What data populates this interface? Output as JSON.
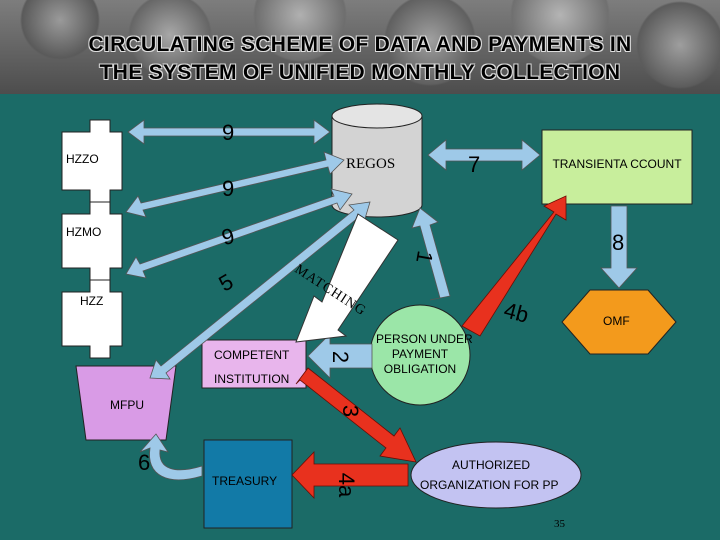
{
  "title": {
    "line1": "CIRCULATING SCHEME OF DATA AND PAYMENTS IN",
    "line2": "THE SYSTEM OF UNIFIED MONTHLY COLLECTION"
  },
  "nodes": {
    "hzzo": "HZZO",
    "hzmo": "HZMO",
    "hzz": "HZZ",
    "regos": "REGOS",
    "transient_account": "TRANSIENTA CCOUNT",
    "competent_institution_line1": "COMPETENT",
    "competent_institution_line2": "INSTITUTION",
    "mfpu": "MFPU",
    "person_line1": "PERSON UNDER",
    "person_line2": "PAYMENT",
    "person_line3": "OBLIGATION",
    "omf": "OMF",
    "treasury": "TREASURY",
    "authorized_line1": "AUTHORIZED",
    "authorized_line2": "ORGANIZATION FOR PP"
  },
  "arrows": {
    "a9_hzzo": "9",
    "a9_hzmo": "9",
    "a9_hzz": "9",
    "a5": "5",
    "a7": "7",
    "a1": "1",
    "a8": "8",
    "a2": "2",
    "a3": "3",
    "a4a": "4a",
    "a4b": "4b",
    "a6": "6",
    "matching": "MATCHING"
  },
  "page_number": "35",
  "colors": {
    "background": "#1b6b67",
    "data_arrow": "#9ec9e8",
    "payment_arrow": "#e8311e",
    "regos": "#d3d3d3",
    "transient_account": "#c8ee9c",
    "competent_institution": "#e8b5ec",
    "mfpu": "#d99be6",
    "person": "#9be6a8",
    "omf": "#f39a1c",
    "treasury": "#127aa7",
    "authorized": "#c3c3f2"
  }
}
